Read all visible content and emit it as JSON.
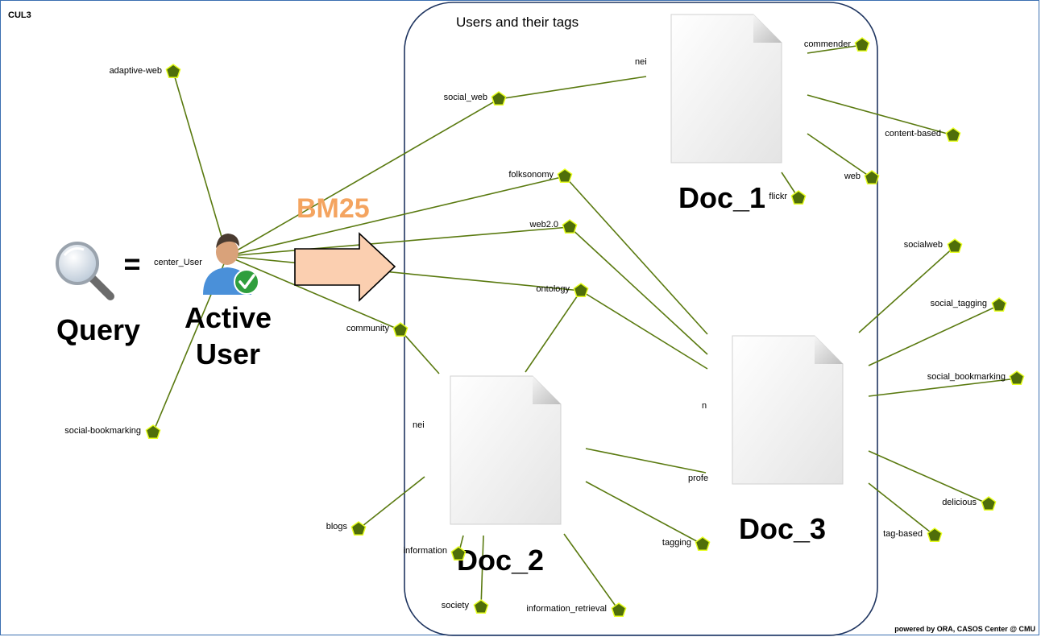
{
  "header": {
    "corner_label": "CUL3",
    "credit": "powered by ORA, CASOS Center @ CMU"
  },
  "container": {
    "title": "Users and their tags"
  },
  "query": {
    "label": "Query",
    "equals": "="
  },
  "user": {
    "label_line1": "Active",
    "label_line2": "User",
    "node_label": "center_User"
  },
  "algorithm": {
    "label": "BM25"
  },
  "documents": [
    {
      "id": "doc1",
      "label": "Doc_1"
    },
    {
      "id": "doc2",
      "label": "Doc_2"
    },
    {
      "id": "doc3",
      "label": "Doc_3"
    }
  ],
  "tags": [
    {
      "id": "t_adaptive",
      "label": "adaptive-web"
    },
    {
      "id": "t_socialbm",
      "label": "social-bookmarking"
    },
    {
      "id": "t_socialweb",
      "label": "social_web"
    },
    {
      "id": "t_folks",
      "label": "folksonomy"
    },
    {
      "id": "t_web20",
      "label": "web2.0"
    },
    {
      "id": "t_onto",
      "label": "ontology"
    },
    {
      "id": "t_comm",
      "label": "community"
    },
    {
      "id": "t_recomm",
      "label": "commender"
    },
    {
      "id": "t_content",
      "label": "content-based"
    },
    {
      "id": "t_web",
      "label": "web"
    },
    {
      "id": "t_flickr",
      "label": "flickr"
    },
    {
      "id": "t_socialweb2",
      "label": "socialweb"
    },
    {
      "id": "t_socialtag",
      "label": "social_tagging"
    },
    {
      "id": "t_socialbm2",
      "label": "social_bookmarking"
    },
    {
      "id": "t_delicious",
      "label": "delicious"
    },
    {
      "id": "t_tagbased",
      "label": "tag-based"
    },
    {
      "id": "t_tagging",
      "label": "tagging"
    },
    {
      "id": "t_inforet",
      "label": "information_retrieval"
    },
    {
      "id": "t_society",
      "label": "society"
    },
    {
      "id": "t_info",
      "label": "information"
    },
    {
      "id": "t_blogs",
      "label": "blogs"
    }
  ],
  "fragments": [
    {
      "id": "f_nei1",
      "label": "nei"
    },
    {
      "id": "f_nei2",
      "label": "nei"
    },
    {
      "id": "f_n3",
      "label": "n"
    },
    {
      "id": "f_prof",
      "label": "profe"
    }
  ],
  "colors": {
    "edge": "#5a7a10",
    "node_fill": "#4f6e0a",
    "node_stroke": "#e8ff20",
    "container_stroke": "#1f3560",
    "arrow_fill": "#fbcfb0",
    "bm25": "#f4a460"
  }
}
